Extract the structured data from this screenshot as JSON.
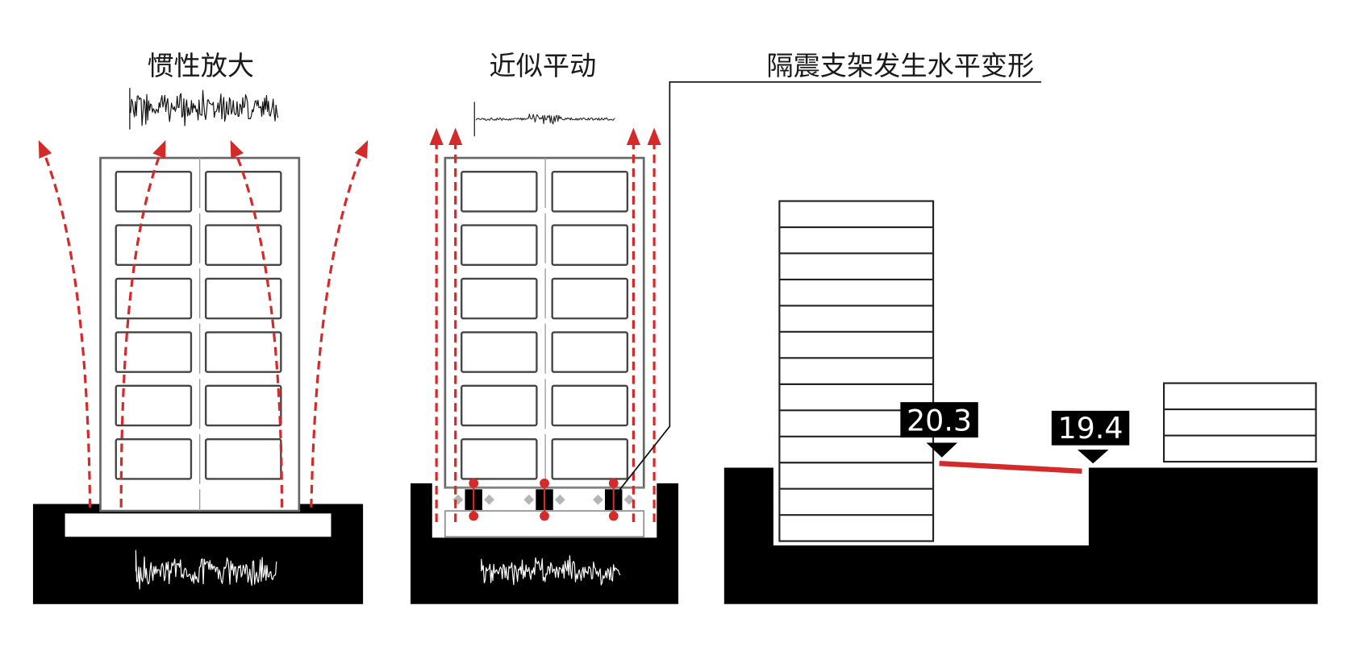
{
  "panels": {
    "inertia": {
      "title": "惯性放大"
    },
    "translation": {
      "title": "近似平动"
    },
    "isolation": {
      "title": "隔震支架发生水平变形"
    }
  },
  "elevations": {
    "building_side": "20.3",
    "site_side": "19.4"
  },
  "colors": {
    "accent": "#d42a2a",
    "ground": "#000000",
    "outline": "#555555"
  }
}
